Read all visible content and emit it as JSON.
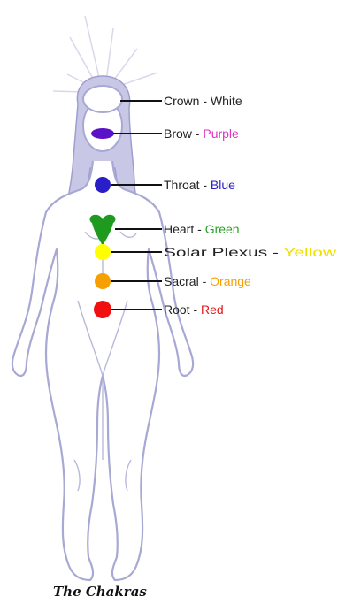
{
  "caption": "The Chakras",
  "colors": {
    "outline": "#b4b4d8",
    "line": "#111111",
    "name_text": "#222222"
  },
  "chakras": [
    {
      "name": "Crown",
      "color_word": "White",
      "color": "#ffffff",
      "text_color": "#222222"
    },
    {
      "name": "Brow",
      "color_word": "Purple",
      "color": "#5a12c8",
      "text_color": "#e030c8"
    },
    {
      "name": "Throat",
      "color_word": "Blue",
      "color": "#2a1ec8",
      "text_color": "#2a1ec8"
    },
    {
      "name": "Heart",
      "color_word": "Green",
      "color": "#1e9a1e",
      "text_color": "#28a028"
    },
    {
      "name": "Solar Plexus",
      "color_word": "Yellow",
      "color": "#ffff00",
      "text_color": "#f0e000"
    },
    {
      "name": "Sacral",
      "color_word": "Orange",
      "color": "#f5a000",
      "text_color": "#f5a000"
    },
    {
      "name": "Root",
      "color_word": "Red",
      "color": "#f01010",
      "text_color": "#e01818"
    }
  ]
}
